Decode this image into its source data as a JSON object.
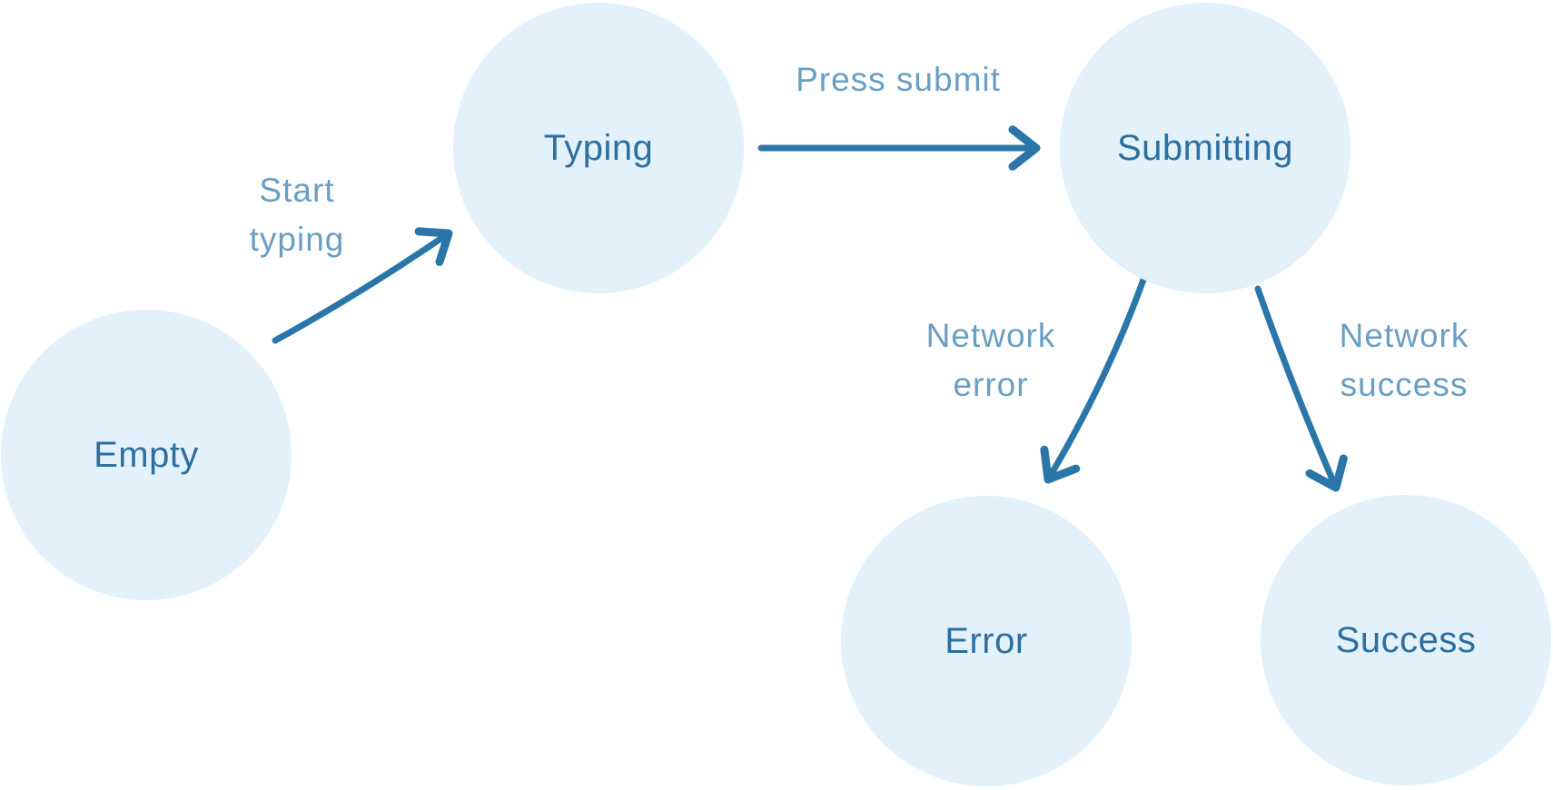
{
  "diagram": {
    "type": "state-machine",
    "nodes": [
      {
        "id": "empty",
        "label": "Empty"
      },
      {
        "id": "typing",
        "label": "Typing"
      },
      {
        "id": "submitting",
        "label": "Submitting"
      },
      {
        "id": "error",
        "label": "Error"
      },
      {
        "id": "success",
        "label": "Success"
      }
    ],
    "edges": [
      {
        "from": "empty",
        "to": "typing",
        "label": "Start typing"
      },
      {
        "from": "typing",
        "to": "submitting",
        "label": "Press submit"
      },
      {
        "from": "submitting",
        "to": "error",
        "label": "Network error"
      },
      {
        "from": "submitting",
        "to": "success",
        "label": "Network success"
      }
    ],
    "colors": {
      "node_fill": "#e3f1fb",
      "node_text": "#2d6f9f",
      "arrow": "#2b76a9",
      "edge_label": "#2b77ab"
    }
  }
}
